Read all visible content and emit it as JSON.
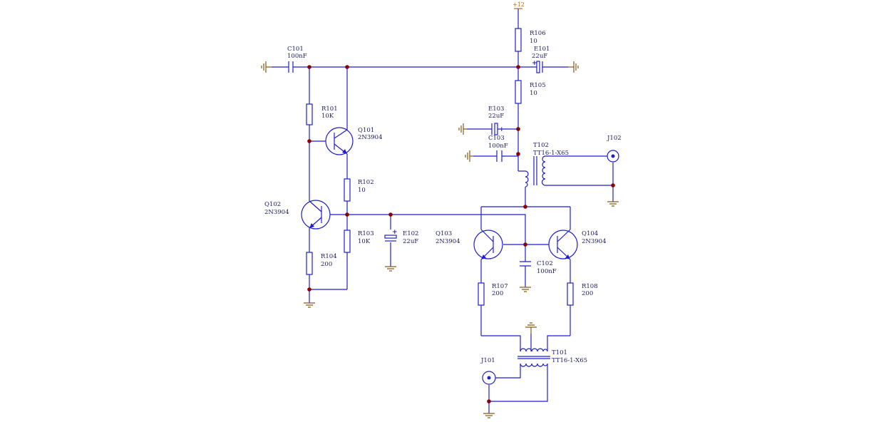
{
  "power": {
    "supply": "+12"
  },
  "components": {
    "C101": {
      "ref": "C101",
      "value": "100nF"
    },
    "R101": {
      "ref": "R101",
      "value": "10K"
    },
    "Q101": {
      "ref": "Q101",
      "value": "2N3904"
    },
    "R102": {
      "ref": "R102",
      "value": "10"
    },
    "Q102": {
      "ref": "Q102",
      "value": "2N3904"
    },
    "R103": {
      "ref": "R103",
      "value": "10K"
    },
    "R104": {
      "ref": "R104",
      "value": "200"
    },
    "E102": {
      "ref": "E102",
      "value": "22uF"
    },
    "R106": {
      "ref": "R106",
      "value": "10"
    },
    "E101": {
      "ref": "E101",
      "value": "22uF"
    },
    "R105": {
      "ref": "R105",
      "value": "10"
    },
    "E103": {
      "ref": "E103",
      "value": "22uF"
    },
    "C103": {
      "ref": "C103",
      "value": "100nF"
    },
    "T102": {
      "ref": "T102",
      "value": "TT16-1-X65"
    },
    "J102": {
      "ref": "J102"
    },
    "Q103": {
      "ref": "Q103",
      "value": "2N3904"
    },
    "Q104": {
      "ref": "Q104",
      "value": "2N3904"
    },
    "C102": {
      "ref": "C102",
      "value": "100nF"
    },
    "R107": {
      "ref": "R107",
      "value": "200"
    },
    "R108": {
      "ref": "R108",
      "value": "200"
    },
    "T101": {
      "ref": "T101",
      "value": "TT16-1-X65"
    },
    "J101": {
      "ref": "J101"
    }
  },
  "colors": {
    "wire": "#1e1ecc",
    "ground": "#8a5a1a",
    "junction": "#8b0000",
    "label": "#1a1a5a"
  }
}
